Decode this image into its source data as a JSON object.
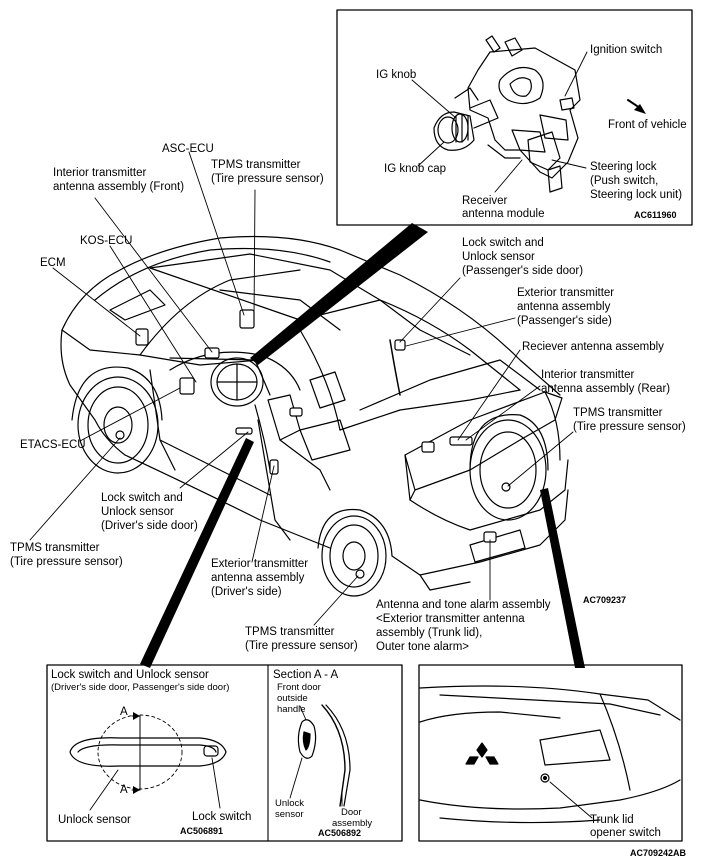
{
  "top_callout": {
    "ignition_switch": "Ignition switch",
    "ig_knob": "IG knob",
    "front_of_vehicle": "Front of vehicle",
    "steering_lock_1": "Steering lock",
    "steering_lock_2": "(Push switch,",
    "steering_lock_3": "Steering lock unit)",
    "ig_knob_cap": "IG knob cap",
    "receiver_1": "Receiver",
    "receiver_2": "antenna module",
    "code": "AC611960"
  },
  "labels": {
    "asc_ecu": "ASC-ECU",
    "tpms_front_1": "TPMS transmitter",
    "tpms_front_2": "(Tire pressure sensor)",
    "interior_front_1": "Interior transmitter",
    "interior_front_2": "antenna assembly (Front)",
    "kos_ecu": "KOS-ECU",
    "ecm": "ECM",
    "etacs_ecu": "ETACS-ECU",
    "lock_pass_1": "Lock switch and",
    "lock_pass_2": "Unlock sensor",
    "lock_pass_3": "(Passenger's side door)",
    "ext_pass_1": "Exterior transmitter",
    "ext_pass_2": "antenna assembly",
    "ext_pass_3": "(Passenger's side)",
    "receiver_antenna": "Reciever antenna assembly",
    "interior_rear_1": "Interior transmitter",
    "interior_rear_2": "antenna assembly (Rear)",
    "tpms_rear_1": "TPMS transmitter",
    "tpms_rear_2": "(Tire pressure sensor)",
    "lock_driver_1": "Lock switch and",
    "lock_driver_2": "Unlock sensor",
    "lock_driver_3": "(Driver's side door)",
    "tpms_left_1": "TPMS transmitter",
    "tpms_left_2": "(Tire pressure sensor)",
    "ext_driver_1": "Exterior transmitter",
    "ext_driver_2": "antenna assembly",
    "ext_driver_3": "(Driver's side)",
    "antenna_tone_1": "Antenna and tone alarm assembly",
    "antenna_tone_2": "<Exterior transmitter antenna",
    "antenna_tone_3": "assembly (Trunk lid),",
    "antenna_tone_4": "Outer tone alarm>",
    "tpms_bottom_1": "TPMS transmitter",
    "tpms_bottom_2": "(Tire pressure sensor)",
    "main_code": "AC709237"
  },
  "handle_callout": {
    "title": "Lock switch and Unlock sensor",
    "subtitle": "(Driver's side door, Passenger's side door)",
    "marker_a": "A",
    "unlock_sensor": "Unlock sensor",
    "lock_switch": "Lock switch",
    "code": "AC506891"
  },
  "section_callout": {
    "title": "Section A - A",
    "handle_1": "Front door",
    "handle_2": "outside",
    "handle_3": "handle",
    "unlock_1": "Unlock",
    "unlock_2": "sensor",
    "door_1": "Door",
    "door_2": "assembly",
    "code": "AC506892"
  },
  "trunk_callout": {
    "opener_1": "Trunk lid",
    "opener_2": "opener switch"
  },
  "footer_code": "AC709242AB"
}
